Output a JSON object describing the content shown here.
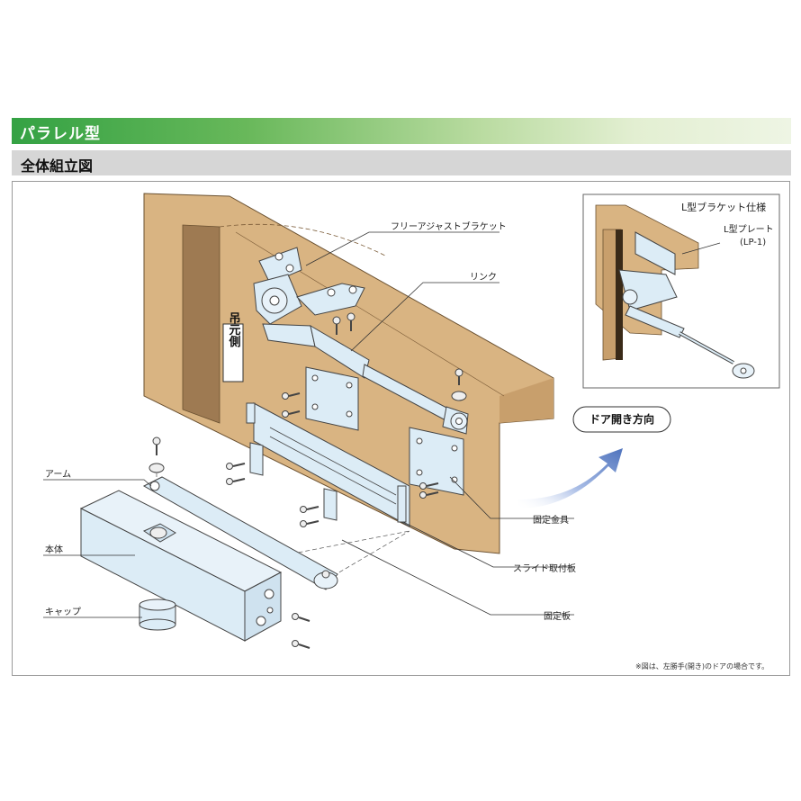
{
  "header": {
    "title": "パラレル型"
  },
  "subheader": {
    "title": "全体組立図"
  },
  "diagram": {
    "side_label": "吊元側",
    "labels": {
      "free_bracket": "フリーアジャストブラケット",
      "link": "リンク",
      "arm": "アーム",
      "body": "本体",
      "cap": "キャップ",
      "fixing_bracket": "固定金具",
      "slide_plate": "スライド取付板",
      "fixing_plate": "固定板"
    },
    "door_direction": "ドア開き方向",
    "inset": {
      "title": "L型ブラケット仕様",
      "plate": "L型プレート",
      "model": "(LP-1)"
    },
    "note": "※図は、左勝手(開き)のドアの場合です。"
  },
  "colors": {
    "header_green": "#34a244",
    "wood": "#d9b482",
    "part_blue": "#dcecf6",
    "arrow_blue": "#5b7fc2"
  }
}
